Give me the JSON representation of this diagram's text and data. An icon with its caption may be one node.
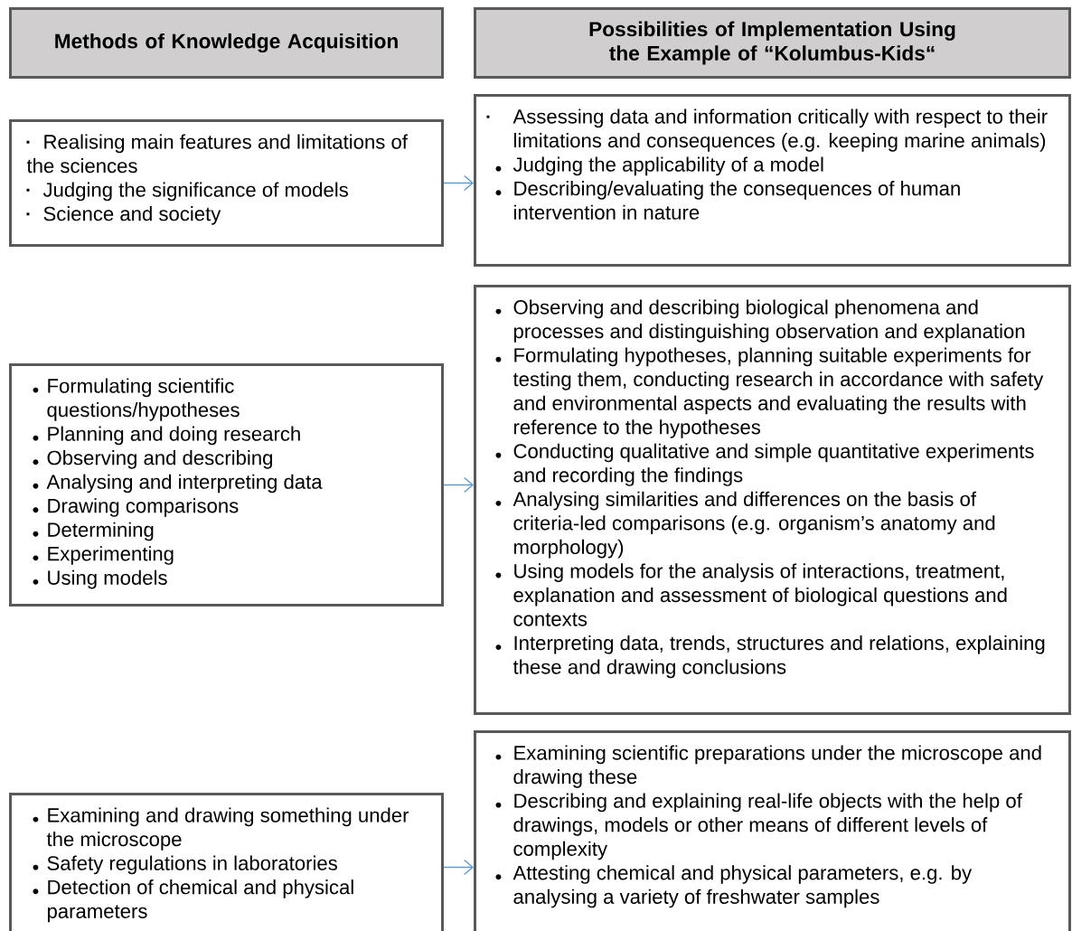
{
  "diagram": {
    "nodes": [
      {
        "text": [
          "Methods of Knowledge Acquisition"
        ]
      },
      {
        "text": [
          "Possibilities of Implementation Using the Example of “Kolumbus-Kids“"
        ]
      },
      {
        "text": [
          "Realising main features and limitations of the sciences",
          "Judging the significance of models",
          "Science and society"
        ]
      },
      {
        "text": [
          "Assessing data and information critically with respect to their limitations and consequences (e.g. keeping marine animals)",
          "Judging the applicability of a model",
          "Describing/evaluating the consequences of human intervention in nature"
        ]
      },
      {
        "text": [
          "Formulating scientific questions/hypotheses",
          "Planning and doing research",
          "Observing and describing",
          "Analysing and interpreting data",
          "Drawing comparisons",
          "Determining",
          "Experimenting",
          "Using models"
        ]
      },
      {
        "text": [
          "Observing and describing biological phenomena and processes and distinguishing observation and explanation",
          "Formulating hypotheses, planning suitable experiments for testing them, conducting research in accordance with safety and environmental aspects and evaluating the results with reference to the hypotheses",
          "Conducting qualitative and simple quantitative experiments and recording the findings",
          "Analysing similarities and differences on the basis of criteria-led comparisons (e.g. organism’s anatomy and morphology)",
          "Using models for the analysis of interactions, treatment, explanation and assessment of biological questions and contexts",
          "Interpreting data, trends, structures and relations, explaining these and drawing conclusions"
        ]
      },
      {
        "text": [
          "Examining and drawing something under the microscope",
          "Safety regulations in laboratories",
          "Detection of chemical and physical parameters"
        ]
      },
      {
        "text": [
          "Examining scientific preparations under the microscope and drawing these",
          "Describing and explaining real-life objects with the help of drawings, models or other means of different levels of complexity",
          "Attesting chemical and physical parameters, e.g. by analysing a variety of freshwater samples"
        ]
      }
    ],
    "edges": [
      {
        "from": 2,
        "to": 3,
        "arrow": "to"
      },
      {
        "from": 4,
        "to": 5,
        "arrow": "to"
      },
      {
        "from": 6,
        "to": 7,
        "arrow": "to"
      }
    ]
  }
}
